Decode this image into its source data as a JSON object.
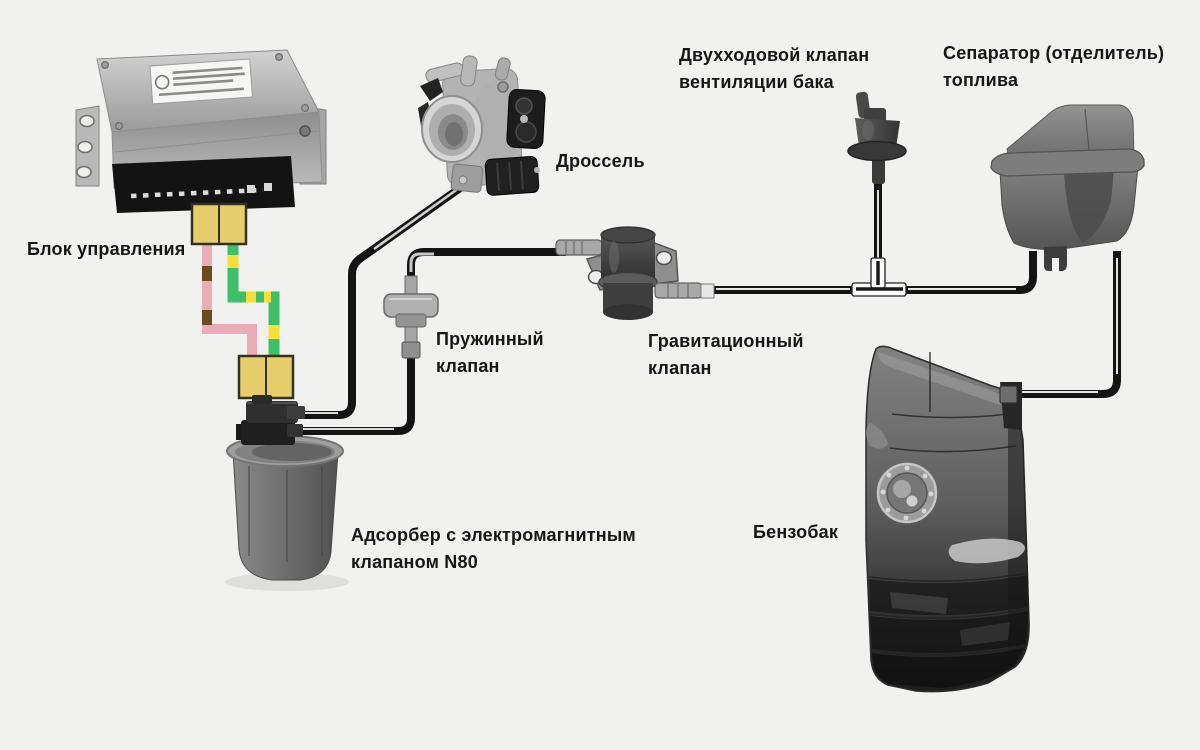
{
  "labels": {
    "ecu": "Блок управления",
    "throttle": "Дроссель",
    "two_way_valve": "Двухходовой клапан\nвентиляции бака",
    "fuel_separator": "Сепаратор (отделитель)\nтоплива",
    "spring_valve": "Пружинный\nклапан",
    "gravity_valve": "Гравитационный\nклапан",
    "adsorber": "Адсорбер с электромагнитным\nклапаном N80",
    "fuel_tank": "Бензобак"
  },
  "colors": {
    "background": "#f1f1ef",
    "hose_black": "#141414",
    "wire_pink": "#eaacb6",
    "wire_brown": "#6e4a20",
    "wire_green": "#3fbf68",
    "wire_yellow": "#f5df38",
    "connector_yellow": "#e5ce6b",
    "label_text": "#161616"
  }
}
